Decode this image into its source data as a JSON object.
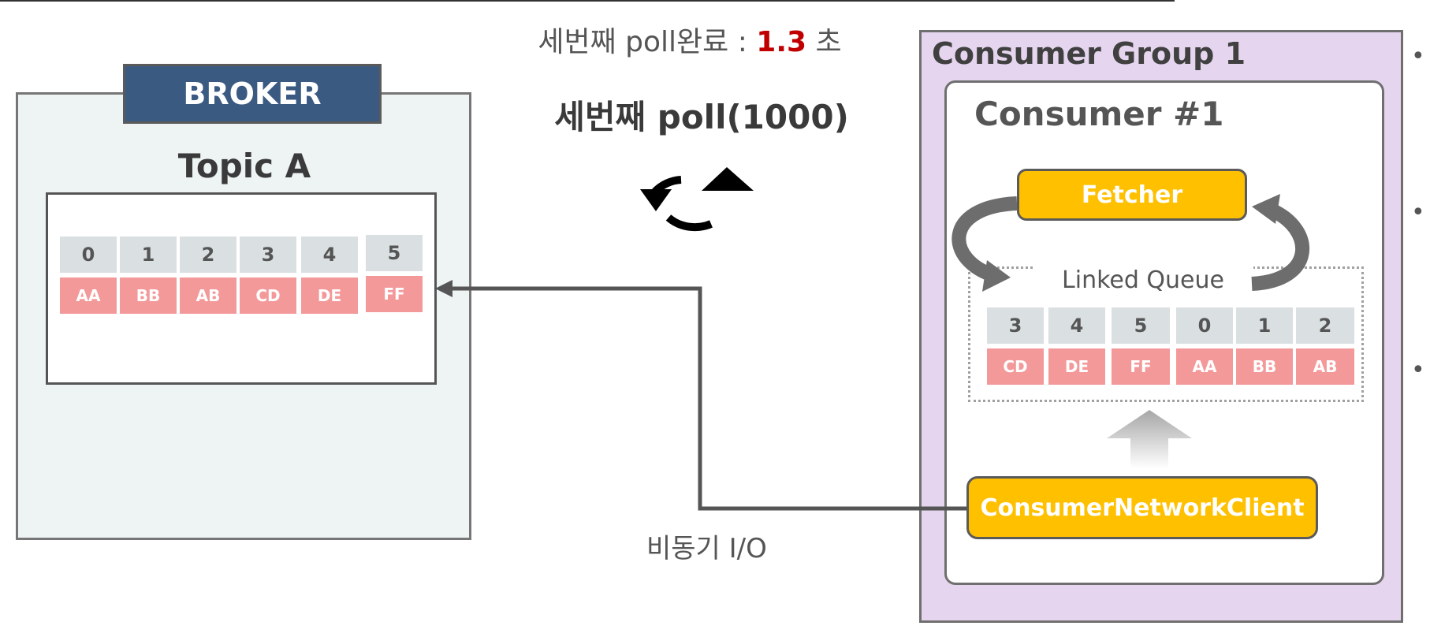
{
  "broker": {
    "label": "BROKER",
    "topic_title": "Topic A",
    "partitions": [
      {
        "idx": "0",
        "val": "AA"
      },
      {
        "idx": "1",
        "val": "BB"
      },
      {
        "idx": "2",
        "val": "AB"
      },
      {
        "idx": "3",
        "val": "CD"
      },
      {
        "idx": "4",
        "val": "DE"
      },
      {
        "idx": "5",
        "val": "FF"
      }
    ]
  },
  "center": {
    "poll_done_prefix": "세번째 poll완료 : ",
    "poll_done_time": "1.3",
    "poll_done_unit": " 초",
    "poll_call": "세번째 poll(1000)",
    "async_label": "비동기 I/O"
  },
  "consumer_group": {
    "title": "Consumer Group 1",
    "consumer": {
      "title": "Consumer #1",
      "fetcher": "Fetcher",
      "queue_title": "Linked Queue",
      "queue": [
        {
          "idx": "3",
          "val": "CD"
        },
        {
          "idx": "4",
          "val": "DE"
        },
        {
          "idx": "5",
          "val": "FF"
        },
        {
          "idx": "0",
          "val": "AA"
        },
        {
          "idx": "1",
          "val": "BB"
        },
        {
          "idx": "2",
          "val": "AB"
        }
      ],
      "network_client": "ConsumerNetworkClient"
    }
  },
  "bullets": [
    "•",
    "•",
    "•"
  ],
  "colors": {
    "broker_header": "#3b5a82",
    "highlight_box": "#ffc000",
    "record_cell": "#f4999a",
    "index_cell": "#dadfe1",
    "group_bg": "#e5d5ee",
    "time_highlight": "#c00000"
  }
}
